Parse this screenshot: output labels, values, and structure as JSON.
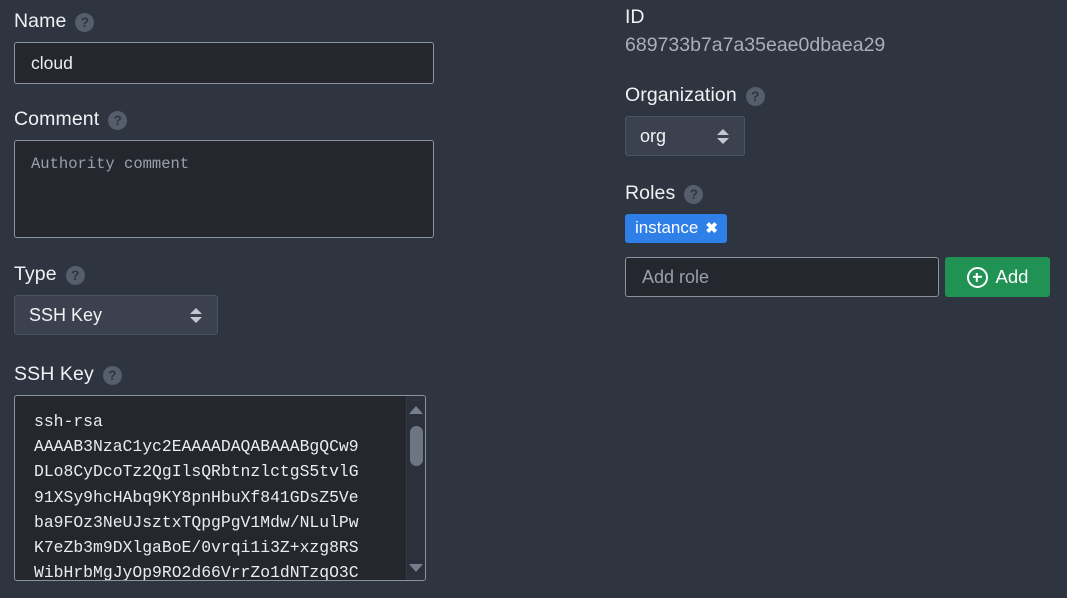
{
  "left": {
    "name": {
      "label": "Name",
      "help": "?",
      "value": "cloud"
    },
    "comment": {
      "label": "Comment",
      "help": "?",
      "value": "",
      "placeholder": "Authority comment"
    },
    "type": {
      "label": "Type",
      "help": "?",
      "selected": "SSH Key"
    },
    "ssh_key": {
      "label": "SSH Key",
      "help": "?",
      "value": "ssh-rsa\nAAAAB3NzaC1yc2EAAAADAQABAAABgQCw9\nDLo8CyDcoTz2QgIlsQRbtnzlctgS5tvlG\n91XSy9hcHAbq9KY8pnHbuXf841GDsZ5Ve\nba9FOz3NeUJsztxTQpgPgV1Mdw/NLulPw\nK7eZb3m9DXlgaBoE/0vrqi1i3Z+xzg8RS\nWibHrbMgJyOp9RO2d66VrrZo1dNTzqO3C"
    }
  },
  "right": {
    "id": {
      "label": "ID",
      "value": "689733b7a7a35eae0dbaea29"
    },
    "organization": {
      "label": "Organization",
      "help": "?",
      "selected": "org"
    },
    "roles": {
      "label": "Roles",
      "help": "?",
      "badges": [
        {
          "label": "instance",
          "remove": "✖"
        }
      ],
      "add_placeholder": "Add role",
      "add_button": "Add"
    }
  },
  "colors": {
    "background": "#2e3440",
    "input_background": "#24272e",
    "badge_blue": "#2e7fe8",
    "button_green": "#1f9254",
    "text": "#f0f1f3",
    "muted_text": "#a9afba"
  }
}
